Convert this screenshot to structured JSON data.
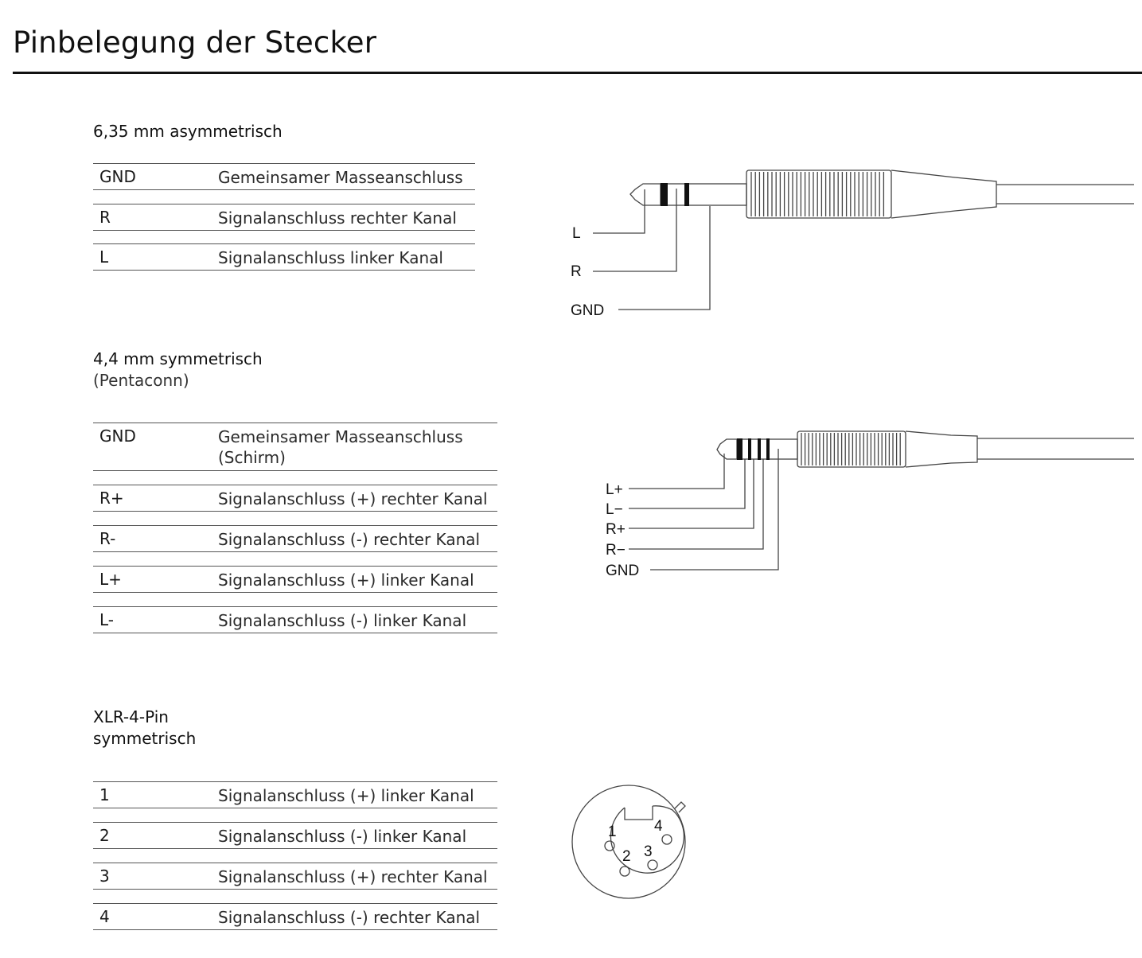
{
  "page": {
    "title": "Pinbelegung der Stecker"
  },
  "sections": [
    {
      "heading": "6,35 mm asymmetrisch",
      "subheading": "",
      "rows": [
        {
          "pin": "GND",
          "description": "Gemeinsamer Masseanschluss"
        },
        {
          "pin": "R",
          "description": "Signalanschluss rechter Kanal"
        },
        {
          "pin": "L",
          "description": "Signalanschluss linker Kanal"
        }
      ],
      "diagram_labels": [
        "L",
        "R",
        "GND"
      ]
    },
    {
      "heading": "4,4 mm symmetrisch",
      "subheading": "(Pentaconn)",
      "rows": [
        {
          "pin": "GND",
          "description": "Gemeinsamer Masseanschluss",
          "description2": "(Schirm)"
        },
        {
          "pin": "R+",
          "description": "Signalanschluss (+) rechter Kanal"
        },
        {
          "pin": "R-",
          "description": "Signalanschluss (-) rechter Kanal"
        },
        {
          "pin": "L+",
          "description": "Signalanschluss (+) linker Kanal"
        },
        {
          "pin": "L-",
          "description": "Signalanschluss (-) linker Kanal"
        }
      ],
      "diagram_labels": [
        "L+",
        "L−",
        "R+",
        "R−",
        "GND"
      ]
    },
    {
      "heading": "XLR-4-Pin",
      "subheading": "symmetrisch",
      "rows": [
        {
          "pin": "1",
          "description": "Signalanschluss (+) linker Kanal"
        },
        {
          "pin": "2",
          "description": "Signalanschluss (-) linker Kanal"
        },
        {
          "pin": "3",
          "description": "Signalanschluss (+) rechter Kanal"
        },
        {
          "pin": "4",
          "description": "Signalanschluss (-) rechter Kanal"
        }
      ],
      "diagram_labels": [
        "1",
        "2",
        "3",
        "4"
      ]
    }
  ]
}
